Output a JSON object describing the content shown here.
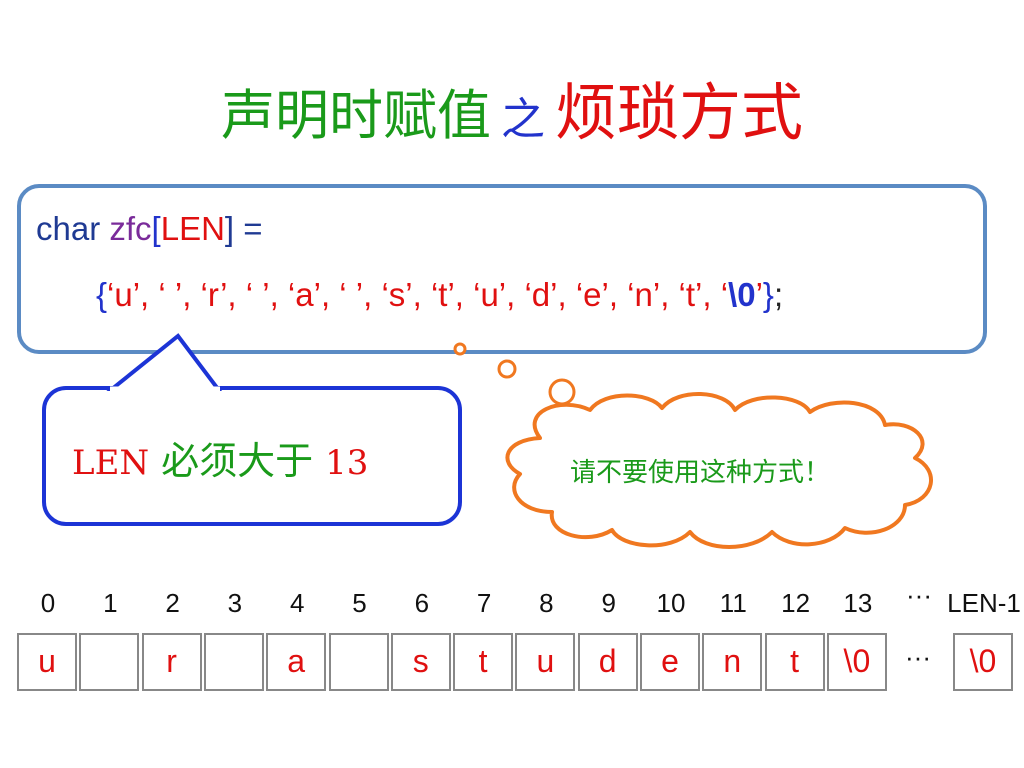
{
  "title": {
    "part1": "声明时赋值",
    "part2": "之",
    "part3": "烦琐方式"
  },
  "code": {
    "kw": "char",
    "var": "zfc",
    "open_bracket": "[",
    "len": "LEN",
    "close_rest": "] =",
    "brace_open": "{",
    "items_before": "‘u’, ‘ ’, ‘r’, ‘ ’, ‘a’, ‘ ’, ‘s’, ‘t’, ‘u’, ‘d’, ‘e’, ‘n’, ‘t’, ‘",
    "null_char": "\\0",
    "item_close": "’",
    "brace_close": "}",
    "semicolon": ";"
  },
  "callout": {
    "len": "LEN",
    "middle": "必须大于",
    "num": "13"
  },
  "cloud": {
    "text": "请不要使用这种方式！"
  },
  "array": {
    "indices": [
      "0",
      "1",
      "2",
      "3",
      "4",
      "5",
      "6",
      "7",
      "8",
      "9",
      "10",
      "11",
      "12",
      "13"
    ],
    "cells": [
      "u",
      "",
      "r",
      "",
      "a",
      "",
      "s",
      "t",
      "u",
      "d",
      "e",
      "n",
      "t",
      "\\0"
    ],
    "ellipsis": "···",
    "last_index": "LEN-1",
    "last_cell": "\\0"
  },
  "colors": {
    "green": "#1a9a1a",
    "blue": "#2233cc",
    "red": "#e01010",
    "box_border": "#5b8bc4",
    "callout_border": "#1c34d6",
    "cloud_border": "#f07820"
  }
}
